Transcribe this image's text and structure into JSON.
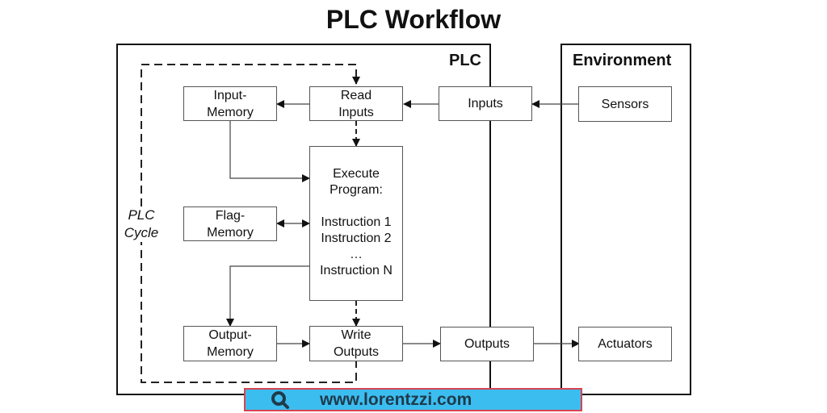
{
  "title": "PLC Workflow",
  "sections": {
    "plc": "PLC",
    "environment": "Environment"
  },
  "cycle_label": "PLC\nCycle",
  "blocks": {
    "input_memory": "Input-\nMemory",
    "read_inputs": "Read\nInputs",
    "inputs": "Inputs",
    "sensors": "Sensors",
    "execute_program": "Execute\nProgram:\n\nInstruction 1\nInstruction 2\n…\nInstruction N",
    "flag_memory": "Flag-\nMemory",
    "output_memory": "Output-\nMemory",
    "write_outputs": "Write\nOutputs",
    "outputs": "Outputs",
    "actuators": "Actuators"
  },
  "connections": [
    {
      "from": "sensors",
      "to": "inputs",
      "style": "solid"
    },
    {
      "from": "inputs",
      "to": "read_inputs",
      "style": "solid"
    },
    {
      "from": "read_inputs",
      "to": "input_memory",
      "style": "solid"
    },
    {
      "from": "read_inputs",
      "to": "execute_program",
      "style": "dashed"
    },
    {
      "from": "input_memory",
      "to": "execute_program",
      "style": "solid"
    },
    {
      "from": "flag_memory",
      "to": "execute_program",
      "style": "solid",
      "bidirectional": true
    },
    {
      "from": "execute_program",
      "to": "output_memory",
      "style": "solid"
    },
    {
      "from": "execute_program",
      "to": "write_outputs",
      "style": "dashed"
    },
    {
      "from": "output_memory",
      "to": "write_outputs",
      "style": "solid"
    },
    {
      "from": "write_outputs",
      "to": "outputs",
      "style": "solid"
    },
    {
      "from": "outputs",
      "to": "actuators",
      "style": "solid"
    },
    {
      "from": "write_outputs",
      "to": "read_inputs",
      "style": "dashed",
      "label": "PLC Cycle"
    }
  ],
  "banner": {
    "icon": "search-icon",
    "text": "www.lorentzzi.com",
    "background": "#3cbdf0",
    "border": "#d9434f"
  }
}
